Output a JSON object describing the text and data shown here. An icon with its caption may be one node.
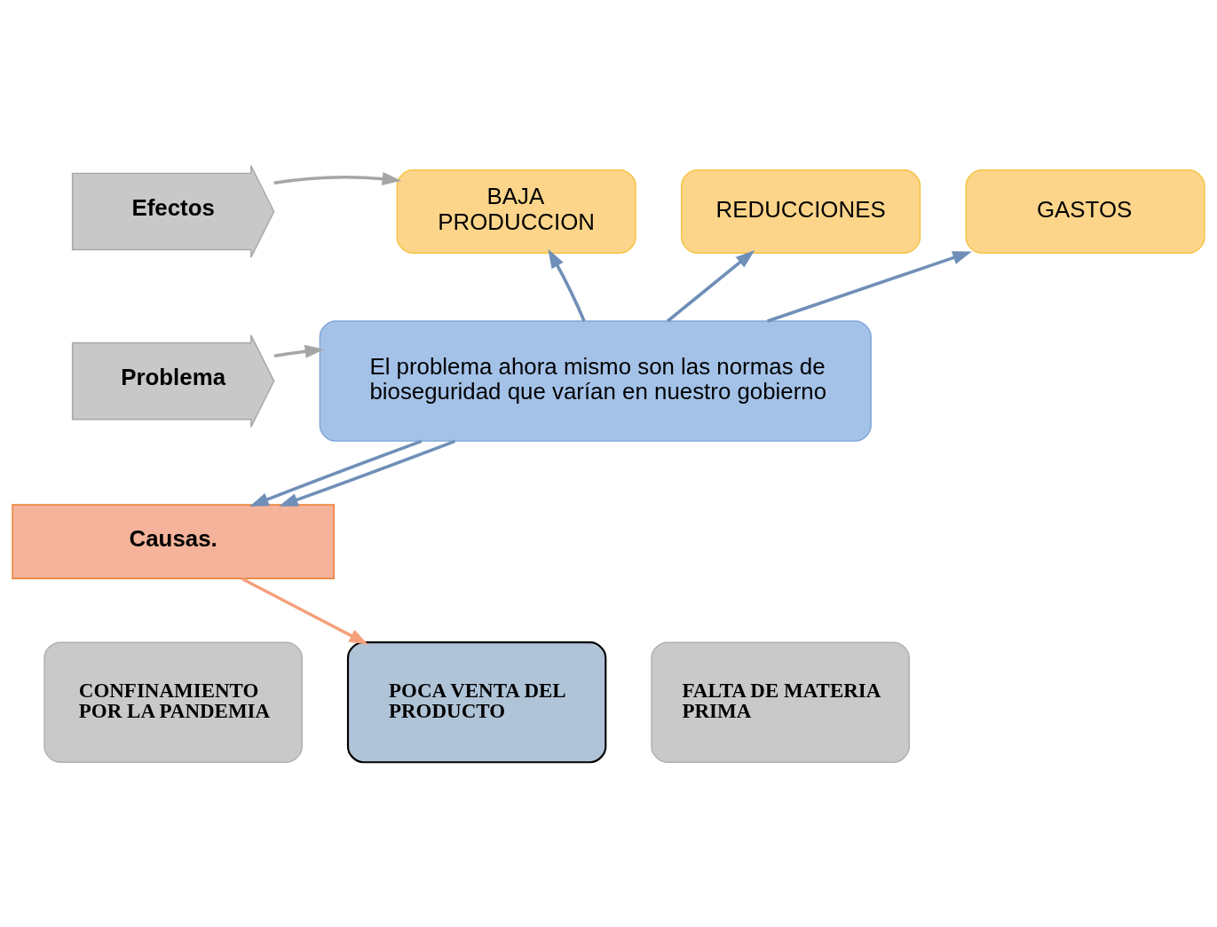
{
  "diagram": {
    "nodes": [
      {
        "text": [
          "Efectos"
        ]
      },
      {
        "text": [
          "BAJA PRODUCCION"
        ]
      },
      {
        "text": [
          "REDUCCIONES"
        ]
      },
      {
        "text": [
          "GASTOS"
        ]
      },
      {
        "text": [
          "Problema"
        ]
      },
      {
        "text": [
          "El problema ahora mismo son las normas de bioseguridad que varían en nuestro gobierno"
        ]
      },
      {
        "text": [
          "Causas."
        ]
      },
      {
        "text": [
          "CONFINAMIENTO POR LA PANDEMIA"
        ]
      },
      {
        "text": [
          "POCA VENTA DEL PRODUCTO"
        ]
      },
      {
        "text": [
          "FALTA DE MATERIA PRIMA"
        ]
      }
    ],
    "edges": [
      {
        "from": 0,
        "to": 1,
        "arrow": "to",
        "color": "#a6a6a6"
      },
      {
        "from": 5,
        "to": 1,
        "arrow": "to"
      },
      {
        "from": 5,
        "to": 2,
        "arrow": "to"
      },
      {
        "from": 5,
        "to": 3,
        "arrow": "to"
      },
      {
        "from": 4,
        "to": 5,
        "arrow": "to",
        "color": "#a6a6a6"
      },
      {
        "from": 5,
        "to": 6,
        "arrow": "to"
      },
      {
        "from": 5,
        "to": 6,
        "arrow": "to"
      },
      {
        "from": 6,
        "to": 8,
        "arrow": "to",
        "color": "#f4a07a"
      }
    ]
  }
}
